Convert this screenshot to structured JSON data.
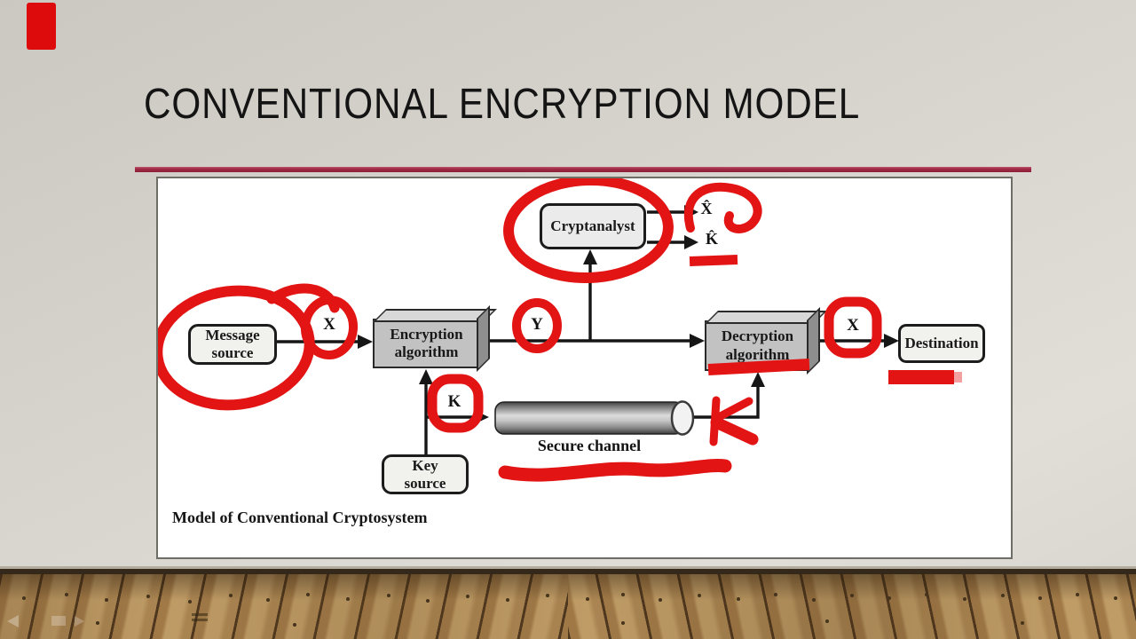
{
  "slide": {
    "title": "CONVENTIONAL ENCRYPTION MODEL",
    "caption": "Model of Conventional Cryptosystem"
  },
  "diagram": {
    "cryptanalyst_label": "Cryptanalyst",
    "message_source": {
      "line1": "Message",
      "line2": "source"
    },
    "encryption": {
      "line1": "Encryption",
      "line2": "algorithm"
    },
    "decryption": {
      "line1": "Decryption",
      "line2": "algorithm"
    },
    "destination_label": "Destination",
    "key_source": {
      "line1": "Key",
      "line2": "source"
    },
    "secure_channel_label": "Secure channel",
    "labels": {
      "plaintext_x": "X",
      "ciphertext_y": "Y",
      "key_k": "K",
      "output_x": "X",
      "estimated_x": "X̂",
      "estimated_k": "K̂"
    }
  },
  "colors": {
    "marker_red": "#e21414",
    "accent_line": "#a22c48",
    "slide_bg": "#d8d5ce",
    "panel_bg": "#ffffff",
    "box3d_face": "#c2c2c2"
  }
}
